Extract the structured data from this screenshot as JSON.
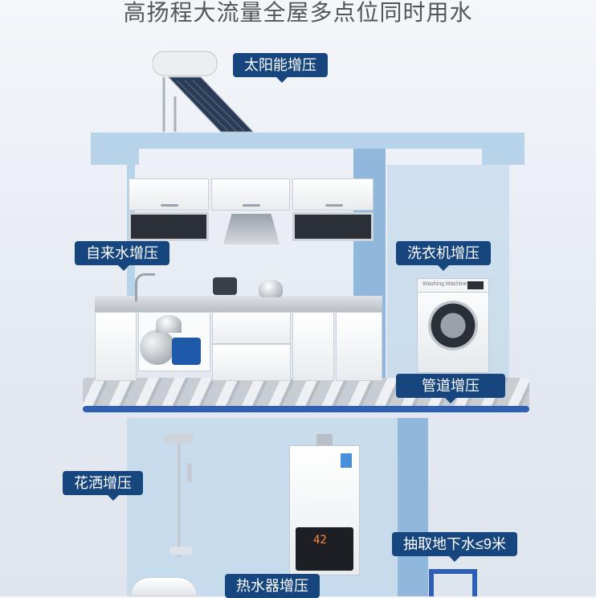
{
  "title": "高扬程大流量全屋多点位同时用水",
  "labels": {
    "solar": "太阳能增压",
    "tap_water": "自来水增压",
    "washer": "洗衣机增压",
    "pipeline": "管道增压",
    "shower": "花洒增压",
    "groundwater": "抽取地下水≤9米",
    "water_heater": "热水器增压"
  },
  "heater_display": "42",
  "washer_brand": "Washing Machine"
}
